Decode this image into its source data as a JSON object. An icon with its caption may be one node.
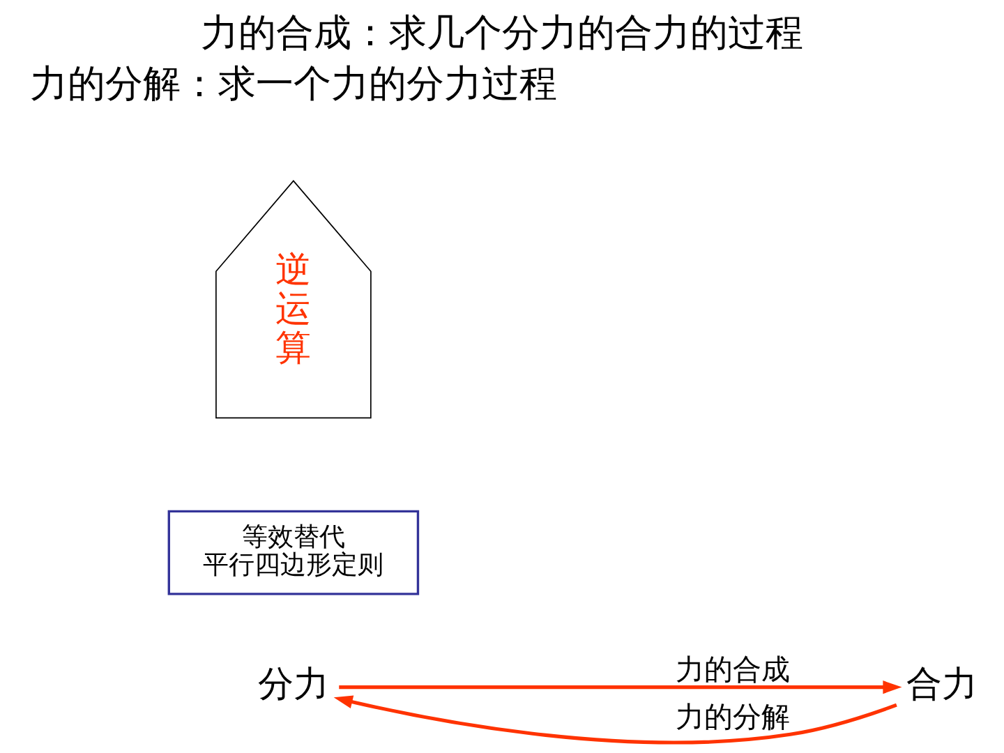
{
  "diagram": {
    "title": "力的合成：求几个分力的合力的过程",
    "caption": "力的分解：求一个力的分力过程",
    "nodes": [
      {
        "text": [
          "分力"
        ]
      },
      {
        "text": [
          "合力"
        ]
      },
      {
        "text": [
          "等效替代",
          "平行四边形定则"
        ]
      },
      {
        "text": [
          "逆运算"
        ]
      }
    ],
    "edges": [
      {
        "from": 0,
        "to": 1,
        "arrow": "to",
        "label": "力的合成"
      },
      {
        "from": 1,
        "to": 0,
        "arrow": "to",
        "label": "力的分解"
      }
    ]
  }
}
